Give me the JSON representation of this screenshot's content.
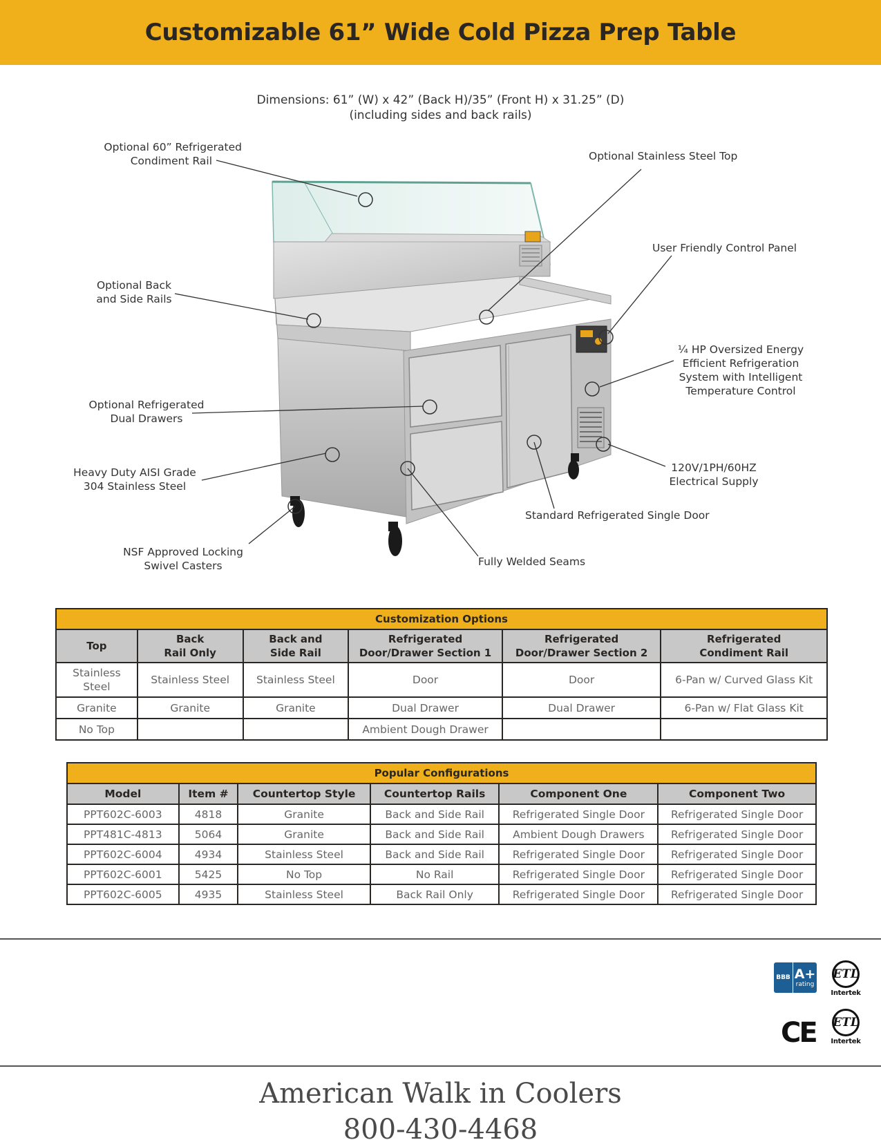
{
  "header": {
    "title": "Customizable 61” Wide Cold Pizza Prep Table"
  },
  "dimensions": {
    "line1": "Dimensions: 61” (W) x 42” (Back H)/35” (Front H) x 31.25” (D)",
    "line2": "(including sides and back rails)"
  },
  "callouts": {
    "condiment_rail": [
      "Optional 60” Refrigerated",
      "Condiment Rail"
    ],
    "stainless_top": [
      "Optional Stainless Steel Top"
    ],
    "control_panel": [
      "User Friendly Control Panel"
    ],
    "back_side_rails": [
      "Optional Back",
      "and Side Rails"
    ],
    "refrigeration": [
      "¼ HP Oversized Energy",
      "Efficient Refrigeration",
      "System with Intelligent",
      "Temperature Control"
    ],
    "dual_drawers": [
      "Optional Refrigerated",
      "Dual Drawers"
    ],
    "stainless_steel": [
      "Heavy Duty AISI Grade",
      "304 Stainless Steel"
    ],
    "electrical": [
      "120V/1PH/60HZ",
      "Electrical Supply"
    ],
    "single_door": [
      "Standard Refrigerated Single Door"
    ],
    "casters": [
      "NSF Approved Locking",
      "Swivel Casters"
    ],
    "seams": [
      "Fully Welded Seams"
    ]
  },
  "customization": {
    "title": "Customization Options",
    "headers": [
      [
        "Top"
      ],
      [
        "Back",
        "Rail Only"
      ],
      [
        "Back and",
        "Side Rail"
      ],
      [
        "Refrigerated",
        "Door/Drawer Section 1"
      ],
      [
        "Refrigerated",
        "Door/Drawer Section 2"
      ],
      [
        "Refrigerated",
        "Condiment Rail"
      ]
    ],
    "rows": [
      [
        [
          "Stainless",
          "Steel"
        ],
        [
          "Stainless Steel"
        ],
        [
          "Stainless Steel"
        ],
        [
          "Door"
        ],
        [
          "Door"
        ],
        [
          "6-Pan w/ Curved Glass Kit"
        ]
      ],
      [
        [
          "Granite"
        ],
        [
          "Granite"
        ],
        [
          "Granite"
        ],
        [
          "Dual Drawer"
        ],
        [
          "Dual Drawer"
        ],
        [
          "6-Pan w/ Flat Glass Kit"
        ]
      ],
      [
        [
          "No Top"
        ],
        [
          ""
        ],
        [
          ""
        ],
        [
          "Ambient Dough Drawer"
        ],
        [
          ""
        ],
        [
          ""
        ]
      ]
    ]
  },
  "popular": {
    "title": "Popular Configurations",
    "headers": [
      "Model",
      "Item #",
      "Countertop Style",
      "Countertop Rails",
      "Component One",
      "Component Two"
    ],
    "rows": [
      [
        "PPT602C-6003",
        "4818",
        "Granite",
        "Back and Side Rail",
        "Refrigerated Single Door",
        "Refrigerated Single Door"
      ],
      [
        "PPT481C-4813",
        "5064",
        "Granite",
        "Back and Side Rail",
        "Ambient Dough Drawers",
        "Refrigerated Single Door"
      ],
      [
        "PPT602C-6004",
        "4934",
        "Stainless Steel",
        "Back and Side Rail",
        "Refrigerated Single Door",
        "Refrigerated Single Door"
      ],
      [
        "PPT602C-6001",
        "5425",
        "No Top",
        "No Rail",
        "Refrigerated Single Door",
        "Refrigerated Single Door"
      ],
      [
        "PPT602C-6005",
        "4935",
        "Stainless Steel",
        "Back Rail Only",
        "Refrigerated Single Door",
        "Refrigerated Single Door"
      ]
    ]
  },
  "badges": {
    "bbb_torch": "BBB",
    "bbb_rating": "A+",
    "bbb_rating_label": "rating",
    "etl_mark": "ETL",
    "etl_label": "Intertek",
    "ce_mark": "CE"
  },
  "footer": {
    "company": "American Walk in Coolers",
    "phone": "800-430-4468"
  },
  "colors": {
    "accent": "#efb01c",
    "header_gray": "#c8c8c8",
    "text_dark": "#2a2623"
  }
}
